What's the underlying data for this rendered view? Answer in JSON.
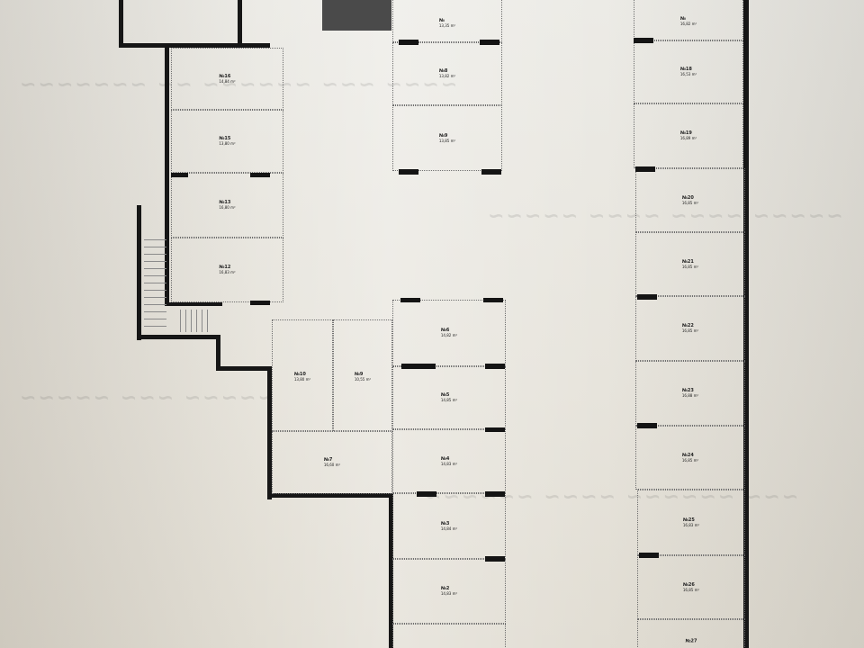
{
  "units": [
    {
      "id": "top-left-1",
      "number": "№16",
      "area": "14,84 m²"
    },
    {
      "id": "top-left-2",
      "number": "№15",
      "area": "13,80 m²"
    },
    {
      "id": "top-left-3",
      "number": "№13",
      "area": "16,80 m²"
    },
    {
      "id": "top-left-4",
      "number": "№12",
      "area": "16,83 m²"
    },
    {
      "id": "top-mid-0",
      "number": "№",
      "area": "13,35 m²"
    },
    {
      "id": "top-mid-1",
      "number": "№8",
      "area": "13,82 m²"
    },
    {
      "id": "top-mid-2",
      "number": "№9",
      "area": "13,85 m²"
    },
    {
      "id": "small-1",
      "number": "№10",
      "area": "13,80 m²"
    },
    {
      "id": "small-2",
      "number": "№9",
      "area": "10,55 m²"
    },
    {
      "id": "small-3",
      "number": "№7",
      "area": "16,60 m²"
    },
    {
      "id": "mid-1",
      "number": "№6",
      "area": "14,82 m²"
    },
    {
      "id": "mid-2",
      "number": "№5",
      "area": "14,85 m²"
    },
    {
      "id": "mid-3",
      "number": "№4",
      "area": "14,83 m²"
    },
    {
      "id": "mid-4",
      "number": "№3",
      "area": "14,84 m²"
    },
    {
      "id": "mid-5",
      "number": "№2",
      "area": "14,83 m²"
    },
    {
      "id": "right-0",
      "number": "№",
      "area": "16,82 m²"
    },
    {
      "id": "right-1",
      "number": "№18",
      "area": "16,53 m²"
    },
    {
      "id": "right-2",
      "number": "№19",
      "area": "16,89 m²"
    },
    {
      "id": "right-3",
      "number": "№20",
      "area": "16,85 m²"
    },
    {
      "id": "right-4",
      "number": "№21",
      "area": "16,85 m²"
    },
    {
      "id": "right-5",
      "number": "№22",
      "area": "16,85 m²"
    },
    {
      "id": "right-6",
      "number": "№23",
      "area": "16,88 m²"
    },
    {
      "id": "right-7",
      "number": "№24",
      "area": "16,85 m²"
    },
    {
      "id": "right-8",
      "number": "№25",
      "area": "16,83 m²"
    },
    {
      "id": "right-9",
      "number": "№26",
      "area": "16,85 m²"
    },
    {
      "id": "right-10",
      "number": "№27",
      "area": ""
    }
  ]
}
